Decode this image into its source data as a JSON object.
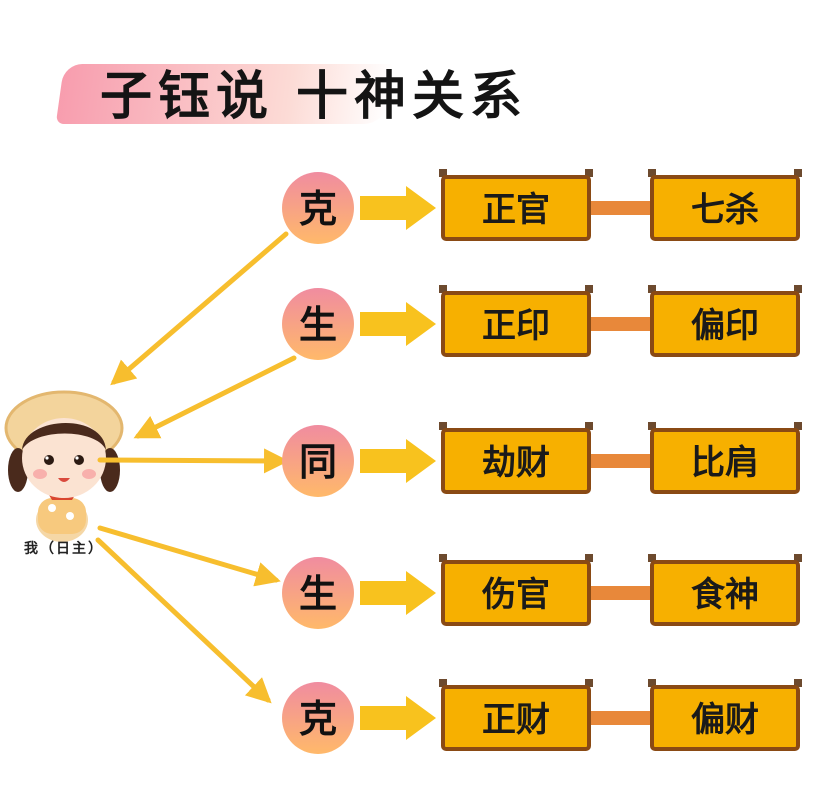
{
  "title": {
    "part1": "子钰说",
    "part2": "十神关系"
  },
  "self_label": "我（日主）",
  "rows": [
    {
      "relation": "克",
      "god_a": "正官",
      "god_b": "七杀"
    },
    {
      "relation": "生",
      "god_a": "正印",
      "god_b": "偏印"
    },
    {
      "relation": "同",
      "god_a": "劫财",
      "god_b": "比肩"
    },
    {
      "relation": "生",
      "god_a": "伤官",
      "god_b": "食神"
    },
    {
      "relation": "克",
      "god_a": "正财",
      "god_b": "偏财"
    }
  ],
  "colors": {
    "box_fill": "#F7B000",
    "box_border": "#8A4A14",
    "connector": "#E8883A",
    "arrow": "#F7BE2E",
    "circle_top": "#F08CA0",
    "circle_bottom": "#FFB96A"
  }
}
